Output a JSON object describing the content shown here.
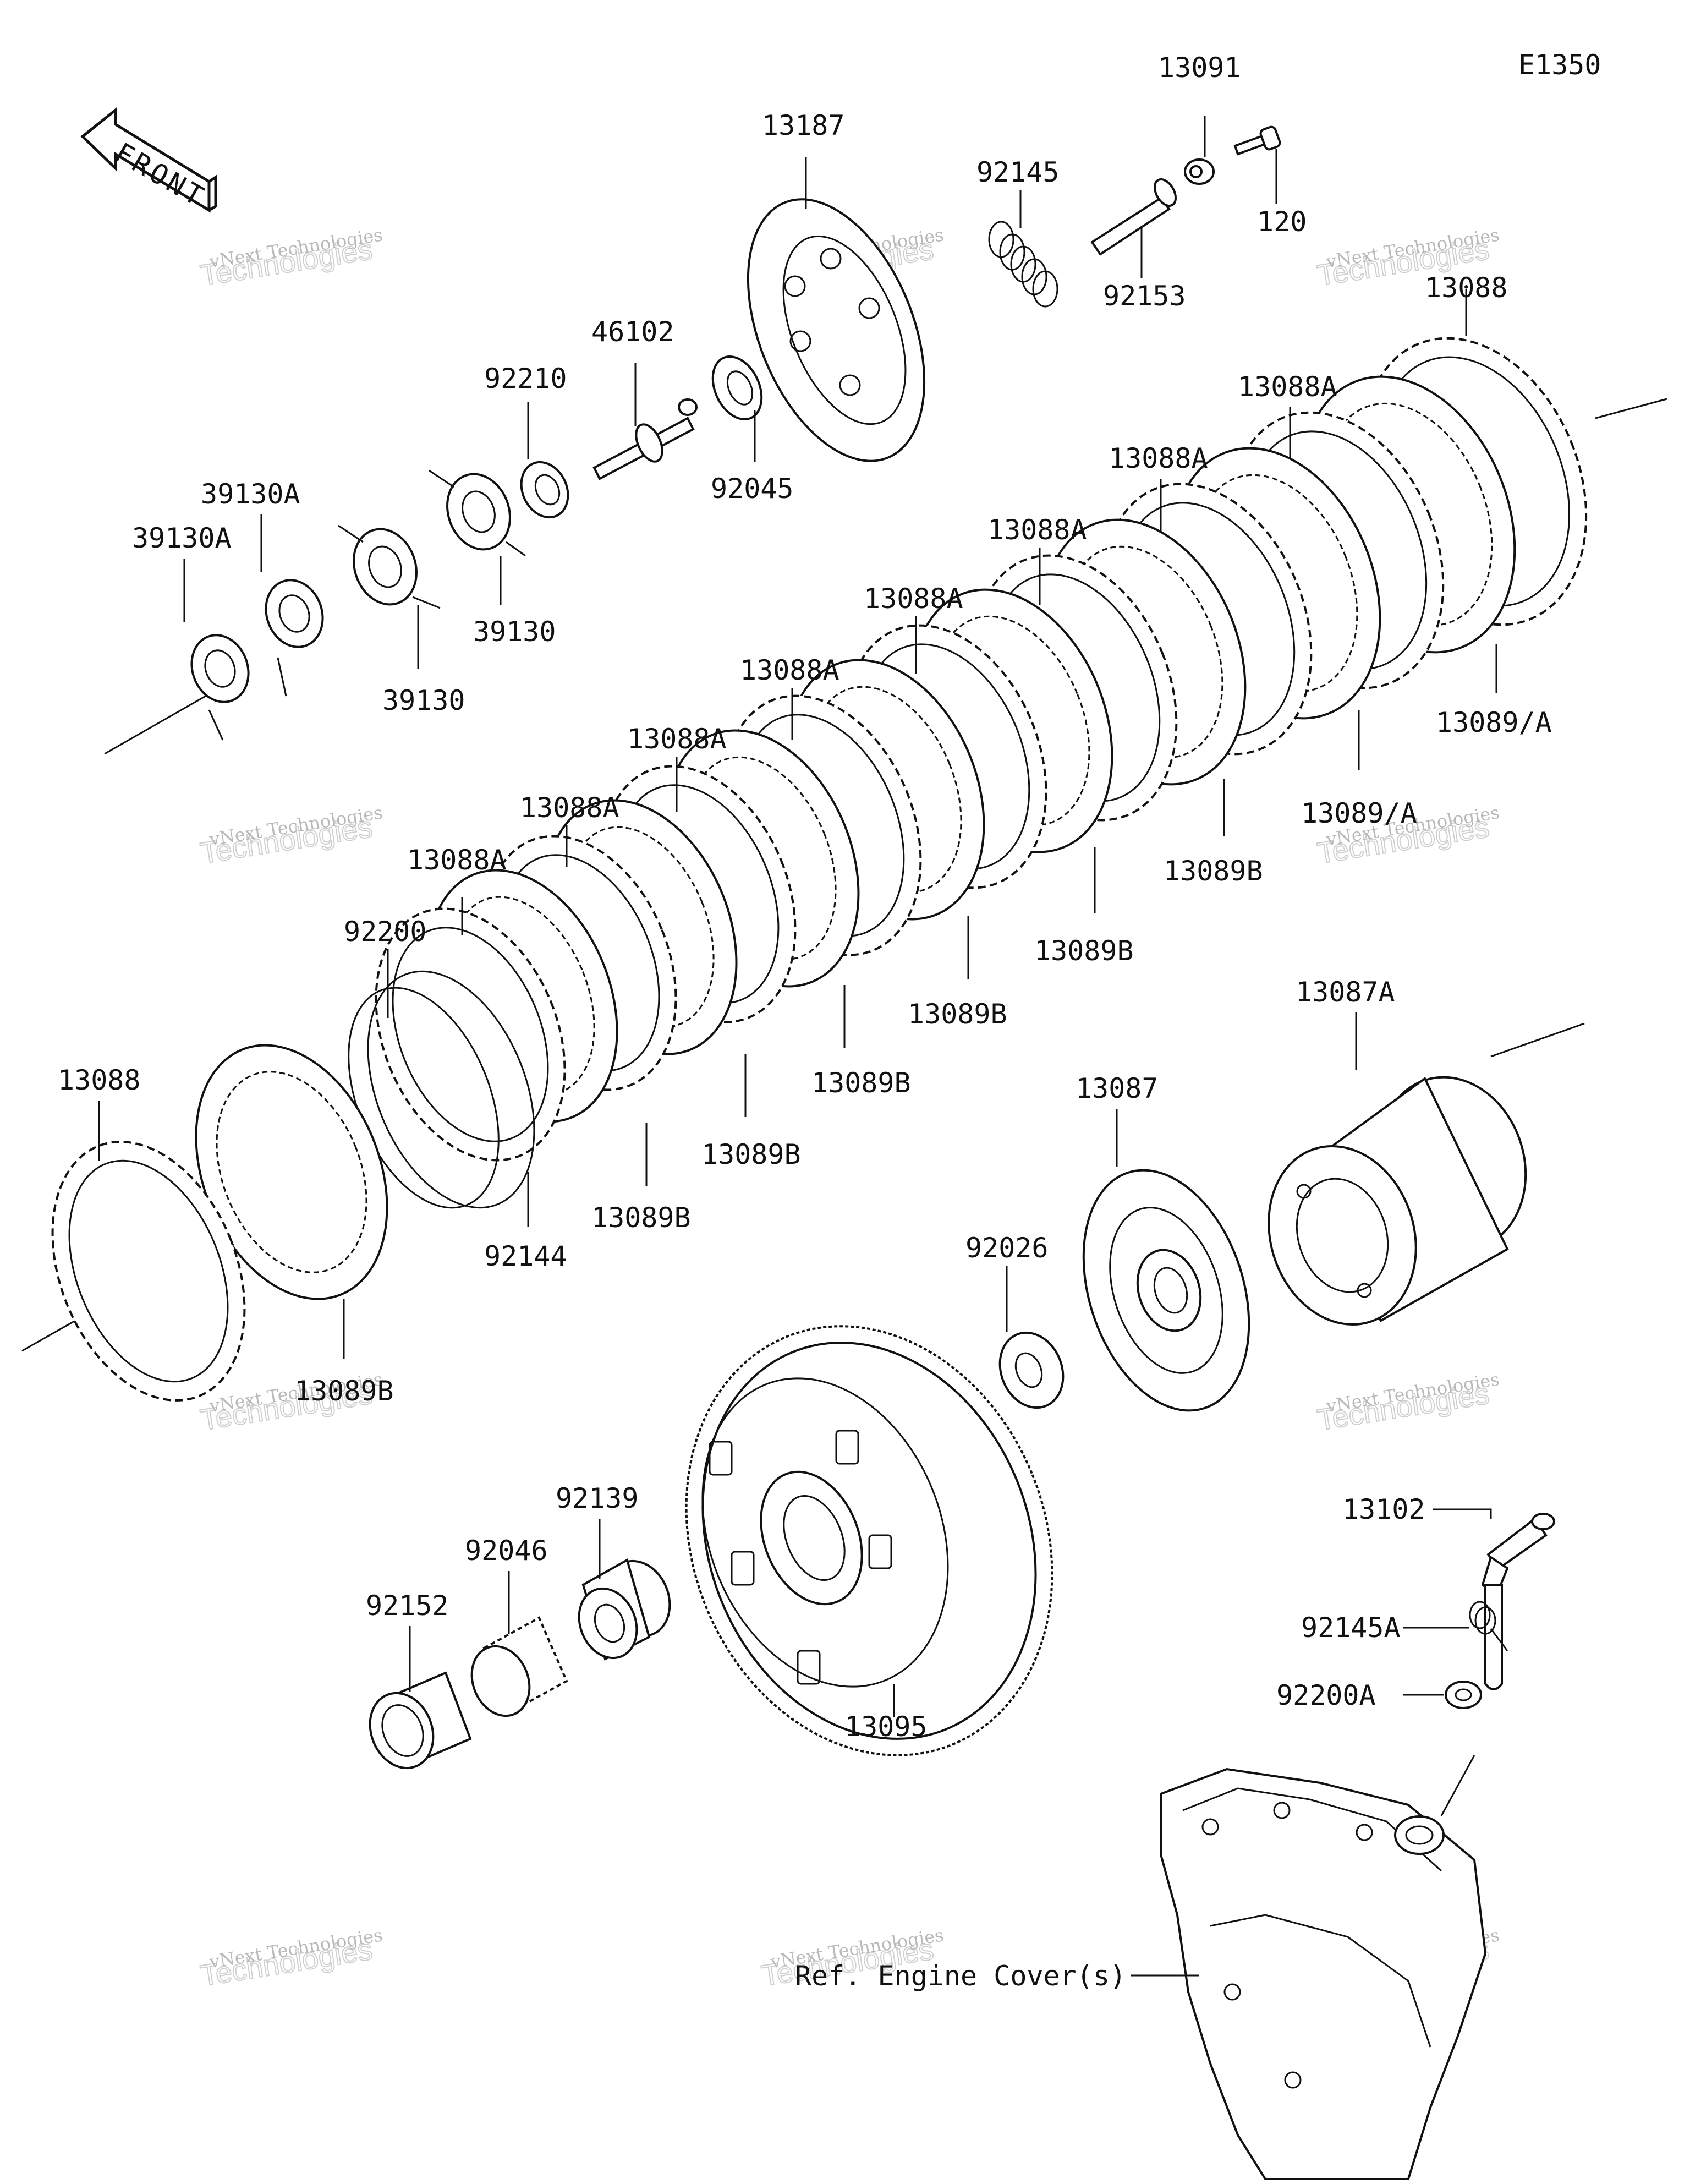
{
  "diagram_code": "E1350",
  "front_label": "FRONT",
  "watermark": {
    "line1": "vNext Technologies",
    "line2": "Technologies",
    "logo": "vNext"
  },
  "callouts": {
    "c13091": "13091",
    "c120": "120",
    "c13187": "13187",
    "c92145": "92145",
    "c92153": "92153",
    "c46102": "46102",
    "c92210": "92210",
    "c92045": "92045",
    "c39130A_a": "39130A",
    "c39130A_b": "39130A",
    "c39130_a": "39130",
    "c39130_b": "39130",
    "c13088_top": "13088",
    "c13088A_1": "13088A",
    "c13088A_2": "13088A",
    "c13088A_3": "13088A",
    "c13088A_4": "13088A",
    "c13088A_5": "13088A",
    "c13088A_6": "13088A",
    "c13088A_7": "13088A",
    "c13088A_8": "13088A",
    "c13089A_1": "13089/A",
    "c13089A_2": "13089/A",
    "c13089B_1": "13089B",
    "c13089B_2": "13089B",
    "c13089B_3": "13089B",
    "c13089B_4": "13089B",
    "c13089B_5": "13089B",
    "c13089B_6": "13089B",
    "c13089B_7": "13089B",
    "c92200": "92200",
    "c92144": "92144",
    "c13088_bottom": "13088",
    "c13087A": "13087A",
    "c13087": "13087",
    "c92026": "92026",
    "c13095": "13095",
    "c92139": "92139",
    "c92046": "92046",
    "c92152": "92152",
    "c13102": "13102",
    "c92145A": "92145A",
    "c92200A": "92200A",
    "engine_cover_ref": "Ref. Engine Cover(s)"
  }
}
